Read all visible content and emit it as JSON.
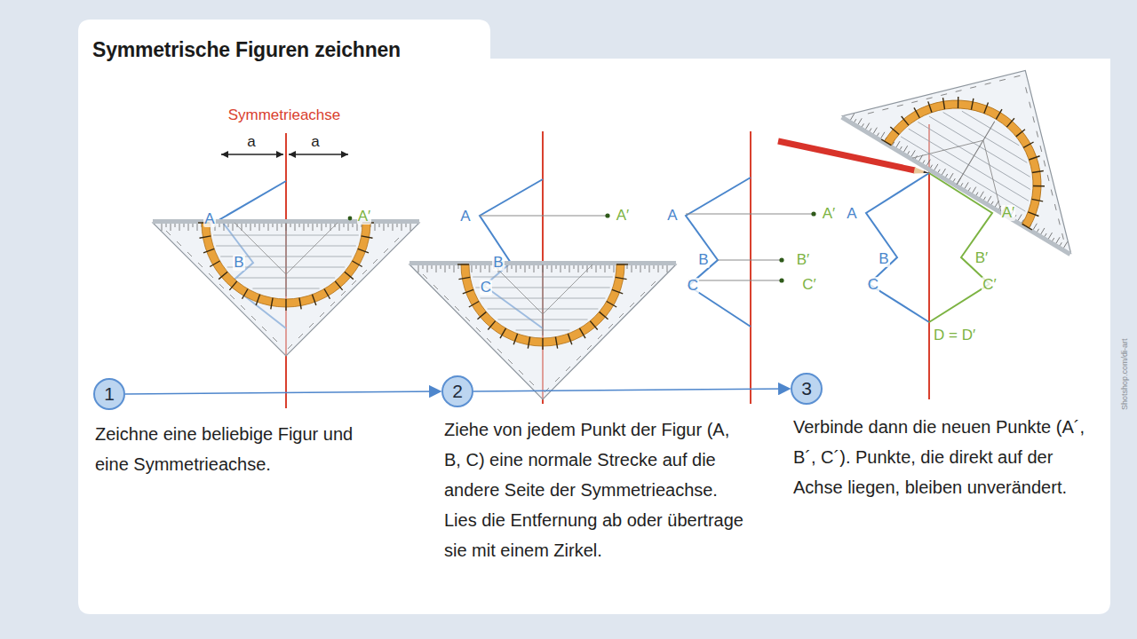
{
  "diagram": {
    "title": "Symmetrische Figuren zeichnen",
    "nodes": [
      {
        "text": [
          "1"
        ]
      },
      {
        "text": [
          "2"
        ]
      },
      {
        "text": [
          "3"
        ]
      }
    ],
    "edges": [
      {
        "from": 0,
        "to": 1,
        "arrow": "to"
      },
      {
        "from": 1,
        "to": 2,
        "arrow": "to"
      }
    ],
    "labels": [
      "Symmetrieachse",
      "a",
      "a",
      "A",
      "B",
      "A′",
      "A",
      "B",
      "C",
      "A′",
      "A",
      "B",
      "C",
      "A′",
      "B′",
      "C′",
      "A",
      "B",
      "C",
      "A′",
      "B′",
      "C′",
      "D = D′",
      "Zeichne eine beliebige Figur und eine Symmetrieachse.",
      "Ziehe von jedem Punkt der Figur (A, B, C) eine normale Strecke auf die andere Seite der Symmetrieachse. Lies die Entfernung ab oder übertrage sie mit einem Zirkel.",
      "Verbinde dann die neuen Punkte (A´, B´, C´). Punkte, die direkt auf der Achse liegen, bleiben unverändert.",
      "Shotshop.com/di-art"
    ]
  }
}
